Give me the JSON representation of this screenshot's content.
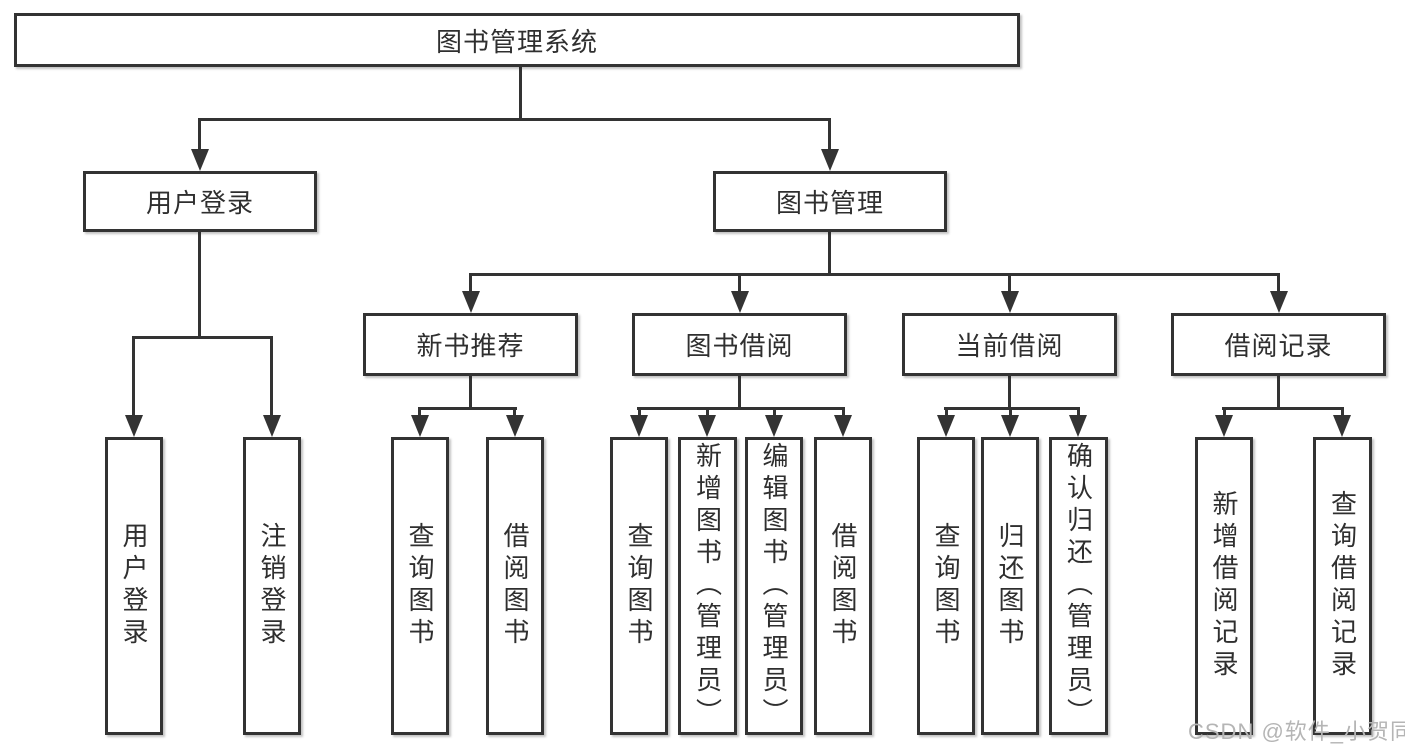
{
  "diagram_title": "图书管理系统",
  "tree": {
    "label": "图书管理系统",
    "children": [
      {
        "label": "用户登录",
        "children": [
          {
            "label": "用户登录"
          },
          {
            "label": "注销登录"
          }
        ]
      },
      {
        "label": "图书管理",
        "children": [
          {
            "label": "新书推荐",
            "children": [
              {
                "label": "查询图书"
              },
              {
                "label": "借阅图书"
              }
            ]
          },
          {
            "label": "图书借阅",
            "children": [
              {
                "label": "查询图书"
              },
              {
                "label": "新增图书（管理员）"
              },
              {
                "label": "编辑图书（管理员）"
              },
              {
                "label": "借阅图书"
              }
            ]
          },
          {
            "label": "当前借阅",
            "children": [
              {
                "label": "查询图书"
              },
              {
                "label": "归还图书"
              },
              {
                "label": "确认归还（管理员）"
              }
            ]
          },
          {
            "label": "借阅记录",
            "children": [
              {
                "label": "新增借阅记录"
              },
              {
                "label": "查询借阅记录"
              }
            ]
          }
        ]
      }
    ]
  },
  "watermark": {
    "text": "CSDN @软件_小贺同学",
    "color": "#b5b5b5"
  },
  "colors": {
    "line": "#333333",
    "text": "#2f2f2f",
    "node_fill": "#ffffff",
    "background": "#ffffff"
  }
}
